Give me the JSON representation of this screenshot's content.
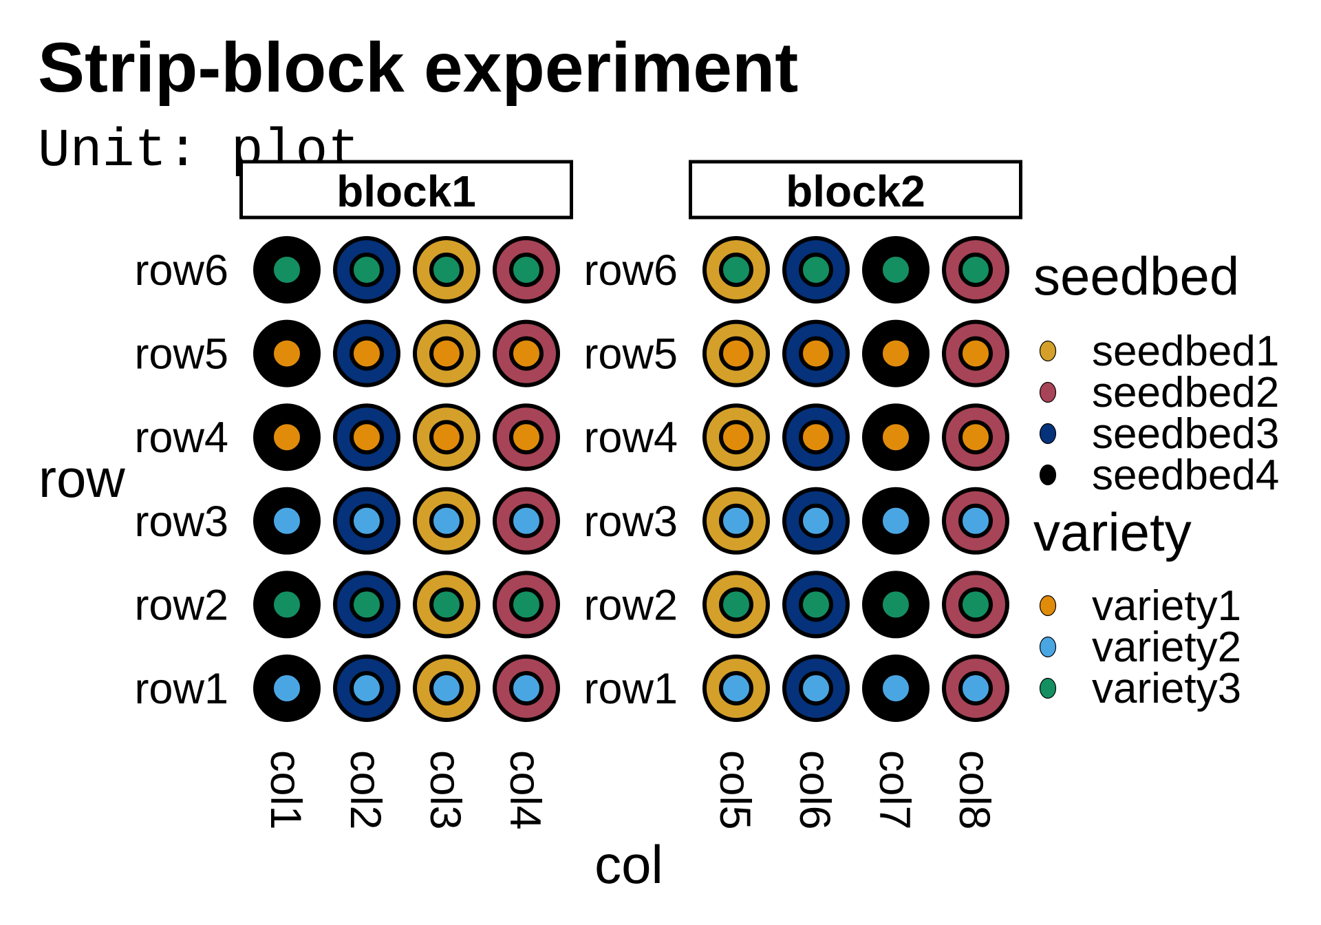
{
  "chart_data": {
    "type": "scatter",
    "title": "Strip-block experiment",
    "subtitle": "Unit: plot",
    "xlabel": "col",
    "ylabel": "row",
    "facets": [
      {
        "label": "block1",
        "cols": [
          "col1",
          "col2",
          "col3",
          "col4"
        ],
        "rows": [
          "row1",
          "row2",
          "row3",
          "row4",
          "row5",
          "row6"
        ],
        "col_seedbed": [
          "seedbed4",
          "seedbed3",
          "seedbed1",
          "seedbed2"
        ],
        "row_variety": [
          "variety2",
          "variety3",
          "variety2",
          "variety1",
          "variety1",
          "variety3"
        ]
      },
      {
        "label": "block2",
        "cols": [
          "col5",
          "col6",
          "col7",
          "col8"
        ],
        "rows": [
          "row1",
          "row2",
          "row3",
          "row4",
          "row5",
          "row6"
        ],
        "col_seedbed": [
          "seedbed1",
          "seedbed3",
          "seedbed4",
          "seedbed2"
        ],
        "row_variety": [
          "variety2",
          "variety3",
          "variety2",
          "variety1",
          "variety1",
          "variety3"
        ]
      }
    ],
    "legends": [
      {
        "title": "seedbed",
        "items": [
          {
            "label": "seedbed1",
            "color": "#d4a02a"
          },
          {
            "label": "seedbed2",
            "color": "#a84457"
          },
          {
            "label": "seedbed3",
            "color": "#05327a"
          },
          {
            "label": "seedbed4",
            "color": "#000000"
          }
        ]
      },
      {
        "title": "variety",
        "items": [
          {
            "label": "variety1",
            "color": "#e08c0a"
          },
          {
            "label": "variety2",
            "color": "#4aa6e3"
          },
          {
            "label": "variety3",
            "color": "#148f62"
          }
        ]
      }
    ],
    "legend_position": "right"
  }
}
